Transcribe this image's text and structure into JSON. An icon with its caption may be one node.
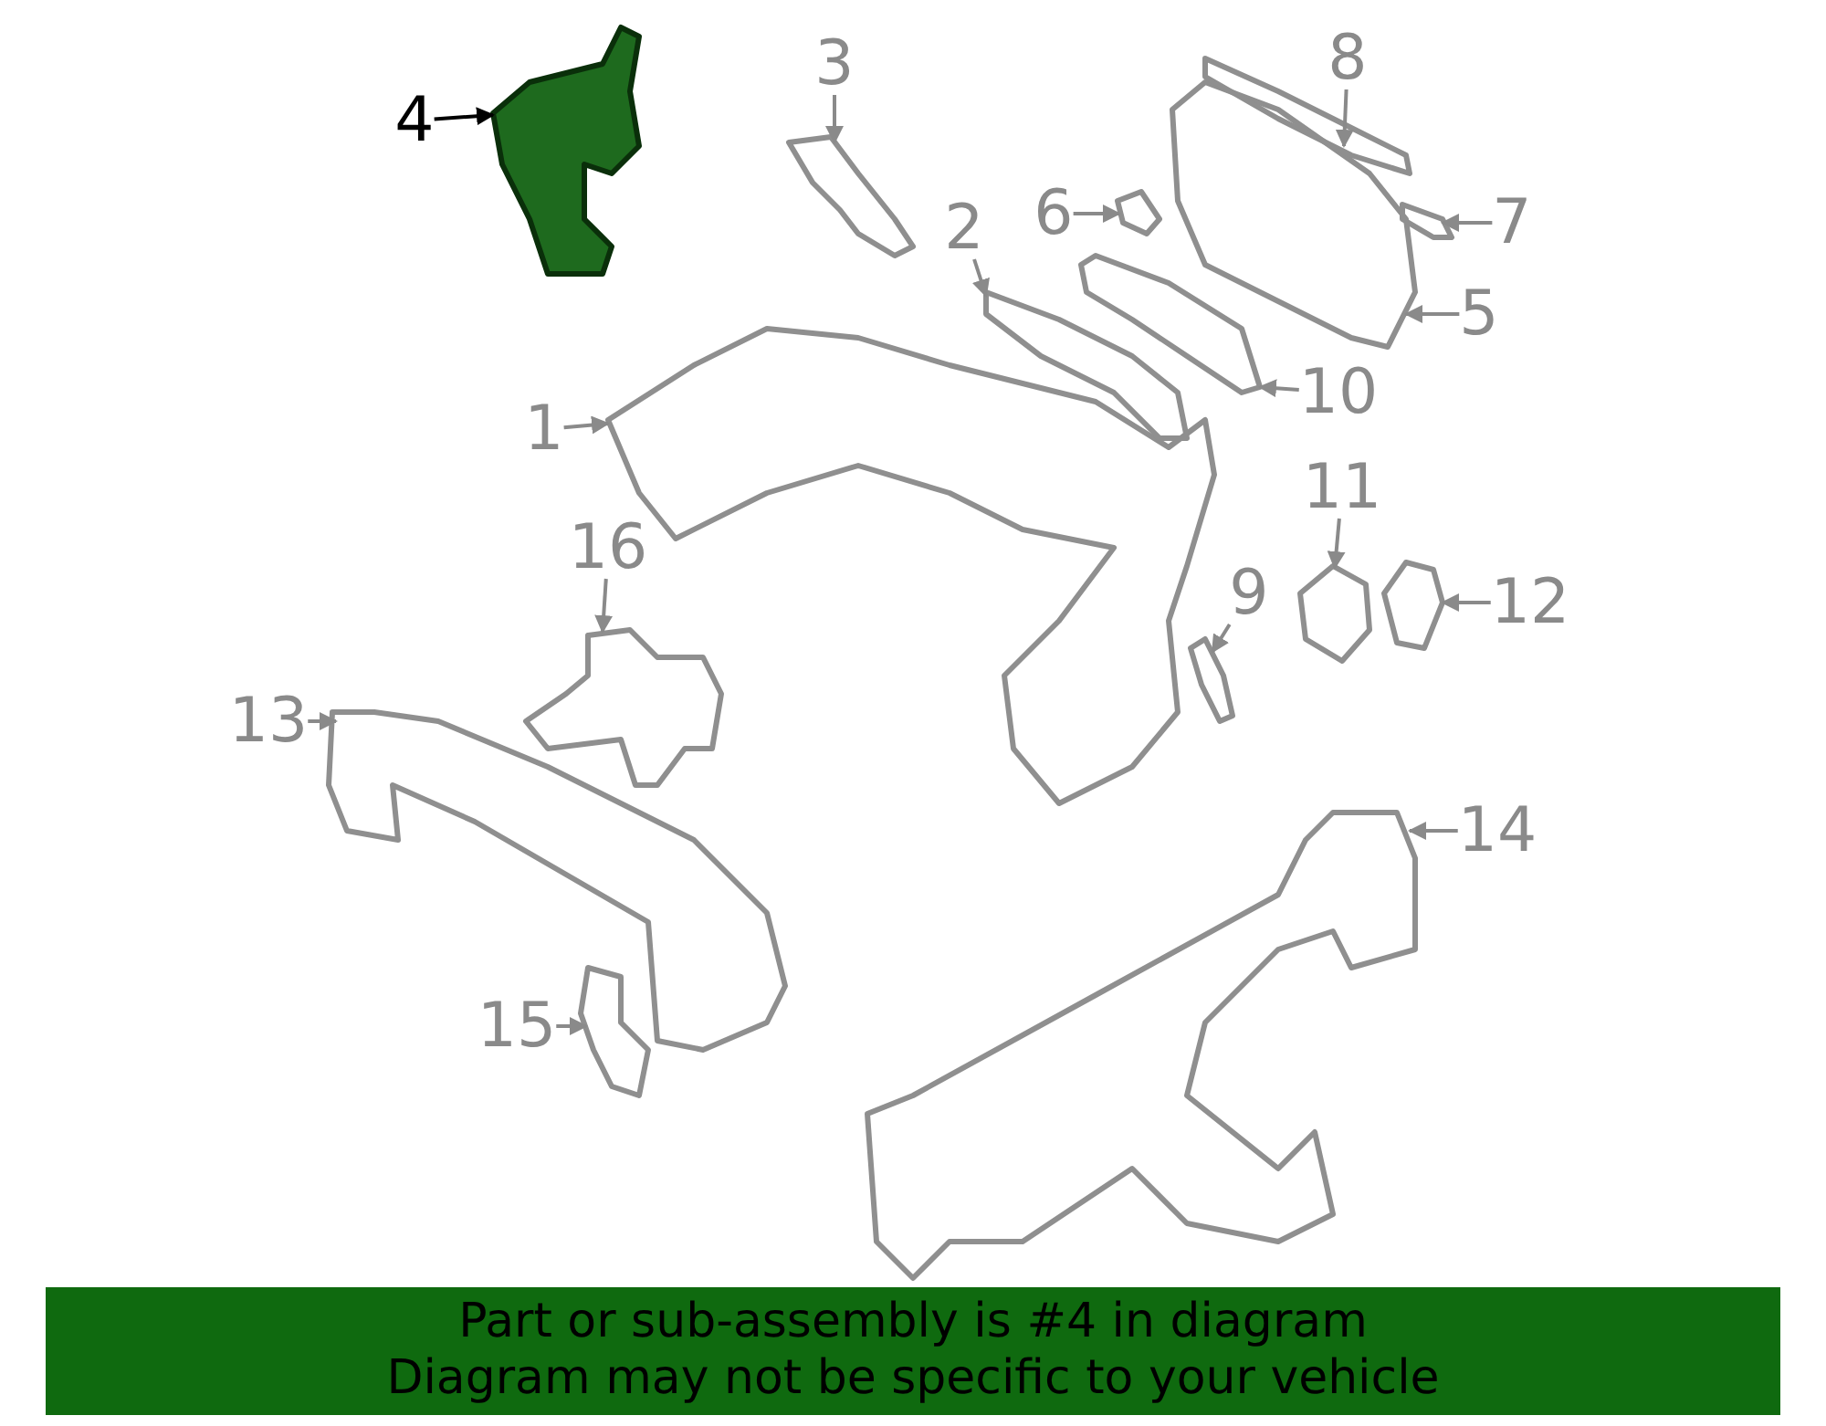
{
  "diagram": {
    "nodes": [
      {
        "text": [
          "4"
        ]
      },
      {
        "text": [
          "3"
        ]
      },
      {
        "text": [
          "8"
        ]
      },
      {
        "text": [
          "6"
        ]
      },
      {
        "text": [
          "7"
        ]
      },
      {
        "text": [
          "2"
        ]
      },
      {
        "text": [
          "5"
        ]
      },
      {
        "text": [
          "10"
        ]
      },
      {
        "text": [
          "1"
        ]
      },
      {
        "text": [
          "11"
        ]
      },
      {
        "text": [
          "16"
        ]
      },
      {
        "text": [
          "9"
        ]
      },
      {
        "text": [
          "12"
        ]
      },
      {
        "text": [
          "13"
        ]
      },
      {
        "text": [
          "14"
        ]
      },
      {
        "text": [
          "15"
        ]
      },
      {
        "text": [],
        "shape": "picture"
      },
      {
        "text": [],
        "shape": "picture"
      },
      {
        "text": [],
        "shape": "picture"
      },
      {
        "text": [],
        "shape": "picture"
      },
      {
        "text": [],
        "shape": "picture"
      },
      {
        "text": [],
        "shape": "picture"
      },
      {
        "text": [],
        "shape": "picture"
      },
      {
        "text": [],
        "shape": "picture"
      },
      {
        "text": [],
        "shape": "picture"
      },
      {
        "text": [],
        "shape": "picture"
      },
      {
        "text": [],
        "shape": "picture"
      },
      {
        "text": [],
        "shape": "picture"
      },
      {
        "text": [],
        "shape": "picture"
      },
      {
        "text": [],
        "shape": "picture"
      },
      {
        "text": [],
        "shape": "picture"
      },
      {
        "text": [],
        "shape": "picture"
      },
      {
        "text": [
          "Part or sub-assembly is #4 in diagram",
          "Diagram may not be specific to your vehicle"
        ]
      }
    ],
    "edges": [
      {
        "from": 0,
        "to": 16,
        "arrow": "to",
        "color": "#000000"
      },
      {
        "from": 1,
        "to": 17,
        "arrow": "to"
      },
      {
        "from": 2,
        "to": 18,
        "arrow": "to"
      },
      {
        "from": 3,
        "to": 19,
        "arrow": "to"
      },
      {
        "from": 4,
        "to": 20,
        "arrow": "to"
      },
      {
        "from": 5,
        "to": 21,
        "arrow": "to"
      },
      {
        "from": 6,
        "to": 22,
        "arrow": "to"
      },
      {
        "from": 7,
        "to": 23,
        "arrow": "to"
      },
      {
        "from": 8,
        "to": 24,
        "arrow": "to"
      },
      {
        "from": 9,
        "to": 25,
        "arrow": "to"
      },
      {
        "from": 10,
        "to": 26,
        "arrow": "to"
      },
      {
        "from": 11,
        "to": 27,
        "arrow": "to"
      },
      {
        "from": 12,
        "to": 28,
        "arrow": "to"
      },
      {
        "from": 13,
        "to": 29,
        "arrow": "to"
      },
      {
        "from": 14,
        "to": 30,
        "arrow": "to"
      },
      {
        "from": 15,
        "to": 31,
        "arrow": "to"
      }
    ]
  }
}
